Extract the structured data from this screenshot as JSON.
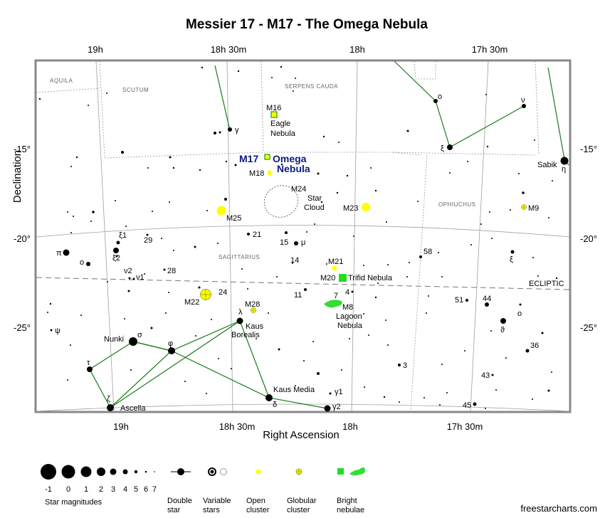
{
  "title": "Messier 17 - M17 - The Omega Nebula",
  "axes": {
    "ra_ticks_top": [
      "19h",
      "18h 30m",
      "18h",
      "17h 30m"
    ],
    "ra_ticks_bottom": [
      "19h",
      "18h 30m",
      "18h",
      "17h 30m"
    ],
    "dec_ticks_left": [
      "-15°",
      "-20°",
      "-25°"
    ],
    "dec_ticks_right": [
      "-15°",
      "-20°",
      "-25°"
    ],
    "xlabel": "Right Ascension",
    "ylabel": "Declination"
  },
  "constellations": [
    "AQUILA",
    "SCUTUM",
    "SERPENS CAUDA",
    "OPHIUCHUS",
    "SAGITTARIUS"
  ],
  "ecliptic_label": "ECLIPTIC",
  "objects": {
    "m16": {
      "name": "M16",
      "desc1": "Eagle",
      "desc2": "Nebula"
    },
    "m17": {
      "name": "M17",
      "desc1": "Omega",
      "desc2": "Nebula"
    },
    "m18": "M18",
    "m24": {
      "name": "M24",
      "desc1": "Star",
      "desc2": "Cloud"
    },
    "m23": "M23",
    "m9": "M9",
    "m25": "M25",
    "m21": "M21",
    "m20": {
      "name": "M20",
      "desc": "Trifid Nebula"
    },
    "m8": {
      "name": "M8",
      "desc1": "Lagoon",
      "desc2": "Nebula"
    },
    "m22": "M22",
    "m28": "M28"
  },
  "star_labels": {
    "gamma_sct": "γ",
    "omicron_oph": "ο",
    "nu_oph": "ν",
    "xi_ser": "ξ",
    "sabik": "Sabik",
    "eta": "η",
    "xi1": "ξ1",
    "xi2": "ξ2",
    "pi": "π",
    "omicron_sgr": "ο",
    "nu2": "ν2",
    "nu1": "ν1",
    "n29": "29",
    "n21": "21",
    "n15": "15",
    "mu": "μ",
    "n14": "14",
    "n28": "28",
    "n58": "58",
    "xi_oph": "ξ",
    "n24": "24",
    "n11": "11",
    "n7": "7",
    "n4": "4",
    "n51": "51",
    "n44": "44",
    "omicron2": "ο",
    "lambda": "λ",
    "kaus_borealis_1": "Kaus",
    "kaus_borealis_2": "Borealis",
    "theta": "ϑ",
    "nunki": "Nunki",
    "sigma": "σ",
    "phi": "φ",
    "psi": "ψ",
    "n36": "36",
    "n3": "3",
    "tau": "τ",
    "n43": "43",
    "kaus_media": "Kaus Media",
    "delta": "δ",
    "gamma1": "γ1",
    "zeta": "ζ",
    "ascella": "Ascella",
    "gamma2": "γ2",
    "n45": "45"
  },
  "legend": {
    "magnitudes": [
      "-1",
      "0",
      "1",
      "2",
      "3",
      "4",
      "5",
      "6",
      "7"
    ],
    "magnitudes_caption": "Star magnitudes",
    "double_1": "Double",
    "double_2": "star",
    "variable_1": "Variable",
    "variable_2": "stars",
    "open_1": "Open",
    "open_2": "cluster",
    "globular_1": "Globular",
    "globular_2": "cluster",
    "bright_1": "Bright",
    "bright_2": "nebulae"
  },
  "credit": "freestarcharts.com",
  "colors": {
    "frame": "#888888",
    "lines": "#1a7a1a",
    "cluster": "#ffff00",
    "nebula": "#33dd33",
    "m17": "#0d1a80",
    "border": "#555555"
  }
}
